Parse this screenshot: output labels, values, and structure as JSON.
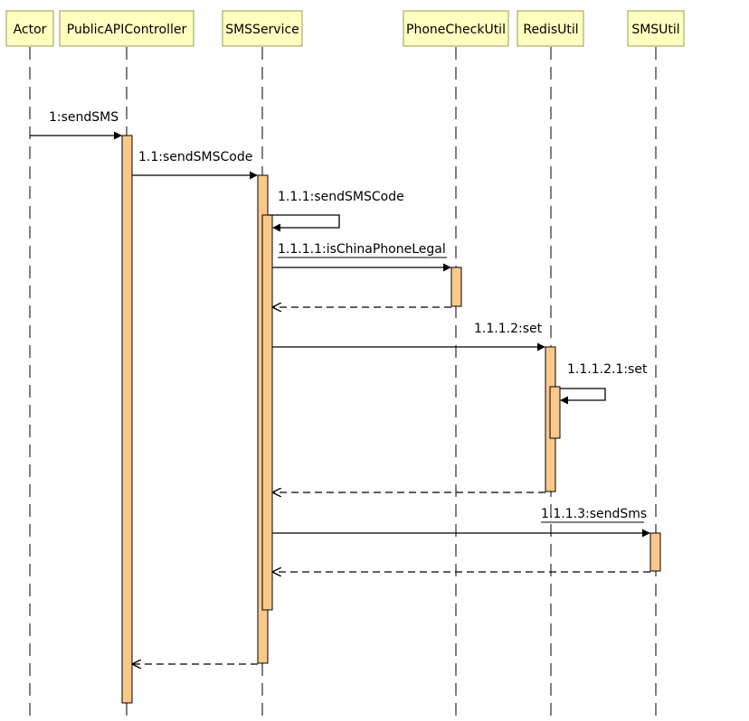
{
  "participants": [
    {
      "id": "actor",
      "label": "Actor"
    },
    {
      "id": "publicapi",
      "label": "PublicAPIController"
    },
    {
      "id": "smsservice",
      "label": "SMSService"
    },
    {
      "id": "phonecheck",
      "label": "PhoneCheckUtil"
    },
    {
      "id": "redisutil",
      "label": "RedisUtil"
    },
    {
      "id": "smsutil",
      "label": "SMSUtil"
    }
  ],
  "messages": [
    {
      "id": "m1",
      "label": "1:sendSMS",
      "from": "actor",
      "to": "publicapi",
      "kind": "call"
    },
    {
      "id": "m11",
      "label": "1.1:sendSMSCode",
      "from": "publicapi",
      "to": "smsservice",
      "kind": "call"
    },
    {
      "id": "m111",
      "label": "1.1.1:sendSMSCode",
      "from": "smsservice",
      "to": "smsservice",
      "kind": "self"
    },
    {
      "id": "m1111",
      "label": "1.1.1.1:isChinaPhoneLegal",
      "from": "smsservice",
      "to": "phonecheck",
      "kind": "call",
      "underlined": true
    },
    {
      "id": "m1111r",
      "label": "",
      "from": "phonecheck",
      "to": "smsservice",
      "kind": "return"
    },
    {
      "id": "m1112",
      "label": "1.1.1.2:set",
      "from": "smsservice",
      "to": "redisutil",
      "kind": "call"
    },
    {
      "id": "m11121",
      "label": "1.1.1.2.1:set",
      "from": "redisutil",
      "to": "redisutil",
      "kind": "self"
    },
    {
      "id": "m1112r",
      "label": "",
      "from": "redisutil",
      "to": "smsservice",
      "kind": "return"
    },
    {
      "id": "m1113",
      "label": "1.1.1.3:sendSms",
      "from": "smsservice",
      "to": "smsutil",
      "kind": "call",
      "underlined": true
    },
    {
      "id": "m1113r",
      "label": "",
      "from": "smsutil",
      "to": "smsservice",
      "kind": "return"
    },
    {
      "id": "m11r",
      "label": "",
      "from": "smsservice",
      "to": "publicapi",
      "kind": "return"
    }
  ]
}
